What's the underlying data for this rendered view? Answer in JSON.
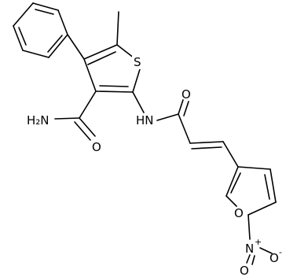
{
  "molecule": {
    "labels": {
      "sulfur": "S",
      "amide_nh2": "H₂N",
      "amide_o": "O",
      "amine_nh": "HN",
      "carbonyl_o": "O",
      "furan_o": "O",
      "nitro_n": "N",
      "nitro_n_charge": "+",
      "nitro_o_minus": "O",
      "nitro_o_charge": "-",
      "nitro_o": "O"
    }
  },
  "colors": {
    "bond": "#000000",
    "text": "#000000",
    "background": "#ffffff"
  }
}
